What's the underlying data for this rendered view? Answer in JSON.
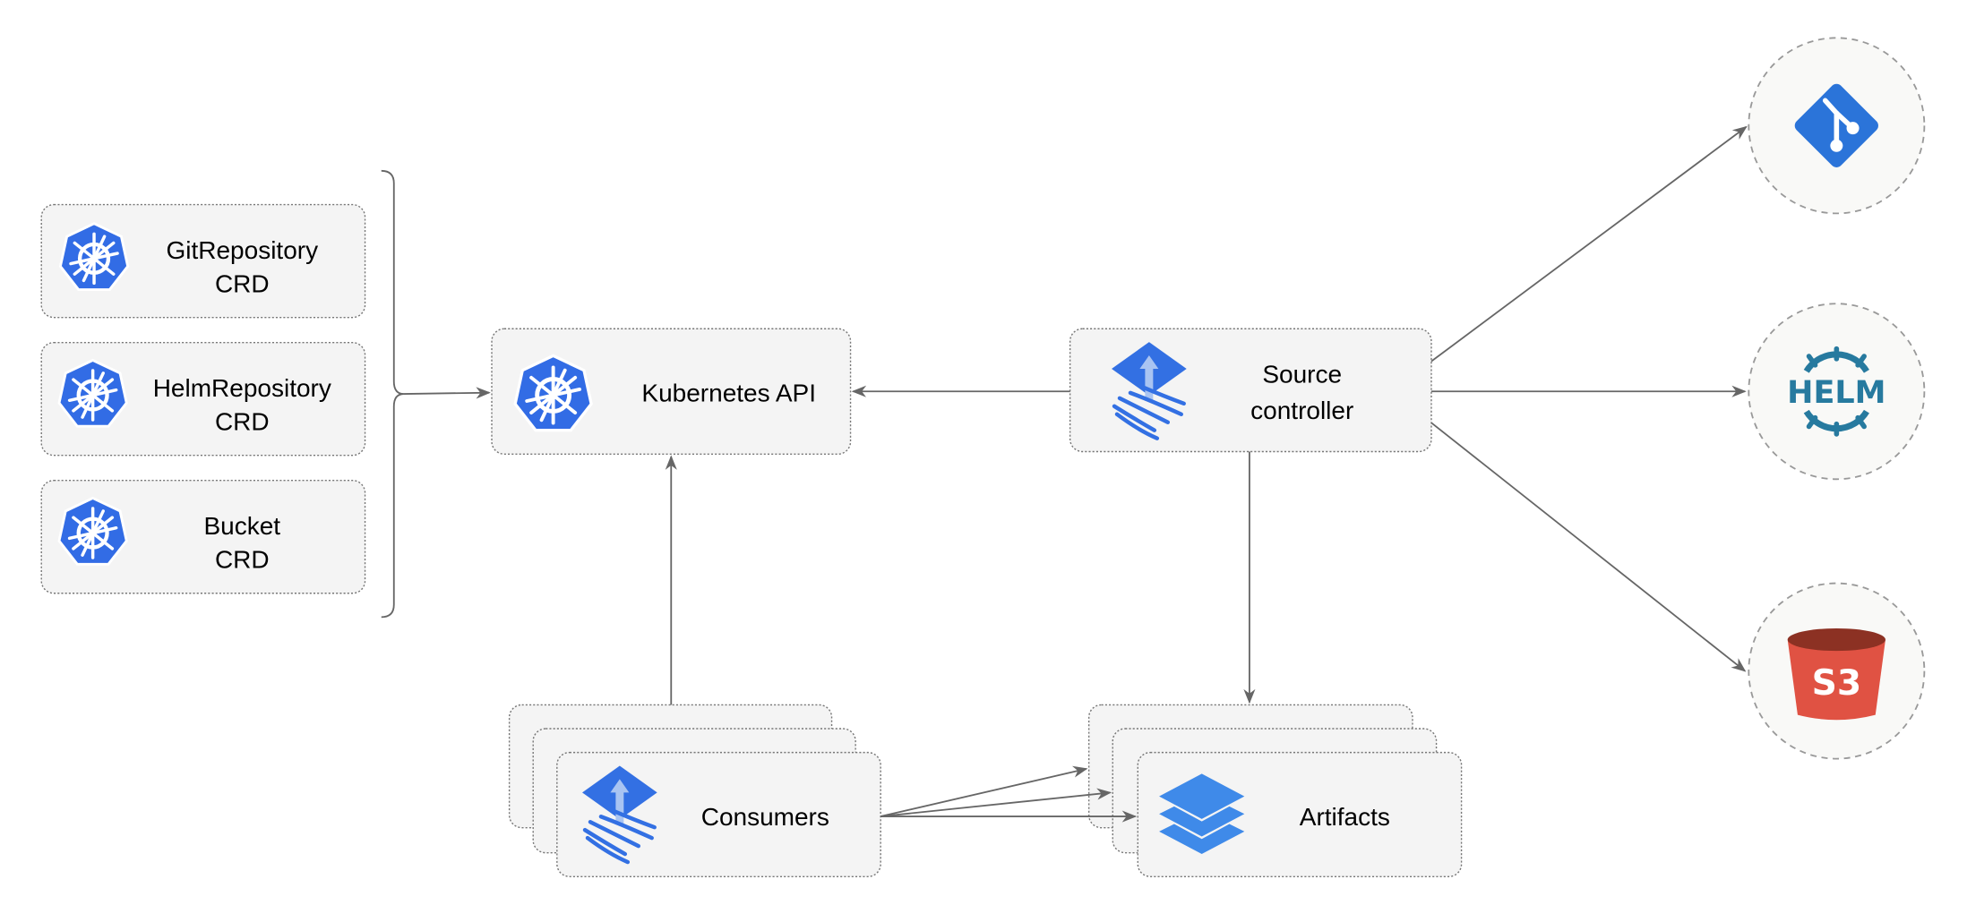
{
  "crds": [
    {
      "line1": "GitRepository",
      "line2": "CRD"
    },
    {
      "line1": "HelmRepository",
      "line2": "CRD"
    },
    {
      "line1": "Bucket",
      "line2": "CRD"
    }
  ],
  "kubernetes_api": {
    "label": "Kubernetes API"
  },
  "source_controller": {
    "line1": "Source",
    "line2": "controller"
  },
  "consumers": {
    "label": "Consumers"
  },
  "artifacts": {
    "label": "Artifacts"
  },
  "sources": [
    {
      "icon": "git-icon"
    },
    {
      "icon": "helm-icon",
      "text": "HELM"
    },
    {
      "icon": "s3-bucket-icon",
      "text": "S3"
    }
  ],
  "colors": {
    "kubernetes_blue": "#326ce5",
    "flux_blue": "#3370e3",
    "git_blue": "#2b74d9",
    "helm_teal": "#277a9f",
    "s3_red": "#e05243",
    "s3_dark": "#8c3123",
    "edge_gray": "#666666"
  }
}
